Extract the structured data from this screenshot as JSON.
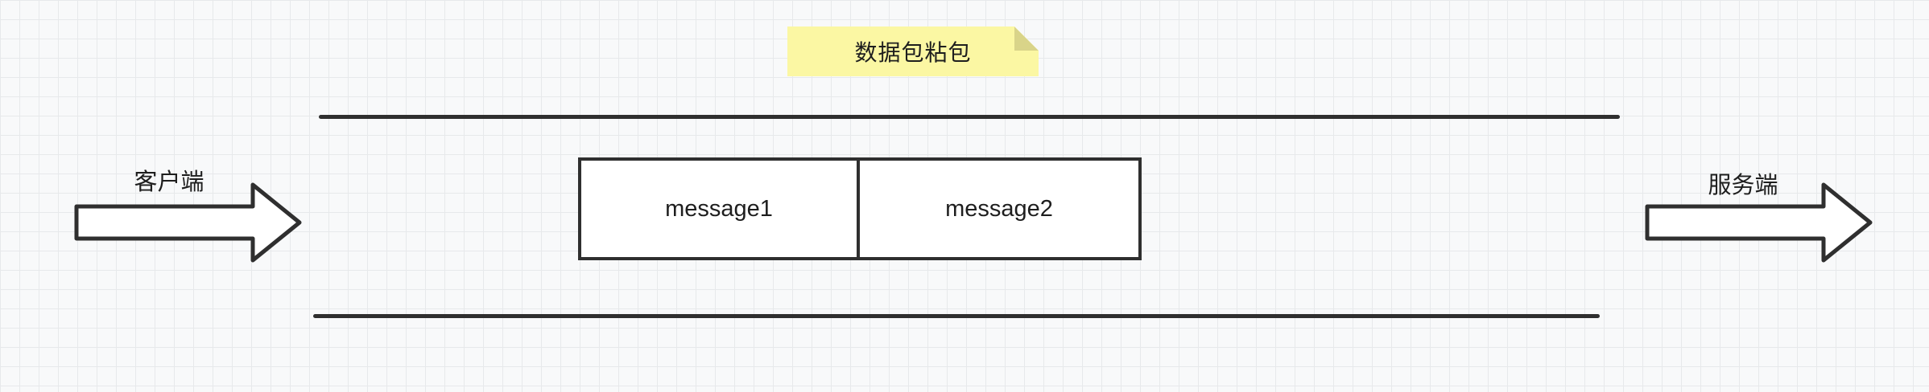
{
  "diagram": {
    "note": {
      "label": "数据包粘包"
    },
    "client": {
      "label": "客户端"
    },
    "server": {
      "label": "服务端"
    },
    "messages": [
      {
        "label": "message1"
      },
      {
        "label": "message2"
      }
    ],
    "colors": {
      "stroke": "#2f2f2f",
      "note_bg": "#fbf7a3",
      "note_fold": "#d9d489",
      "grid": "#e7e9eb",
      "canvas_bg": "#f8f9fa",
      "box_fill": "#ffffff"
    }
  }
}
